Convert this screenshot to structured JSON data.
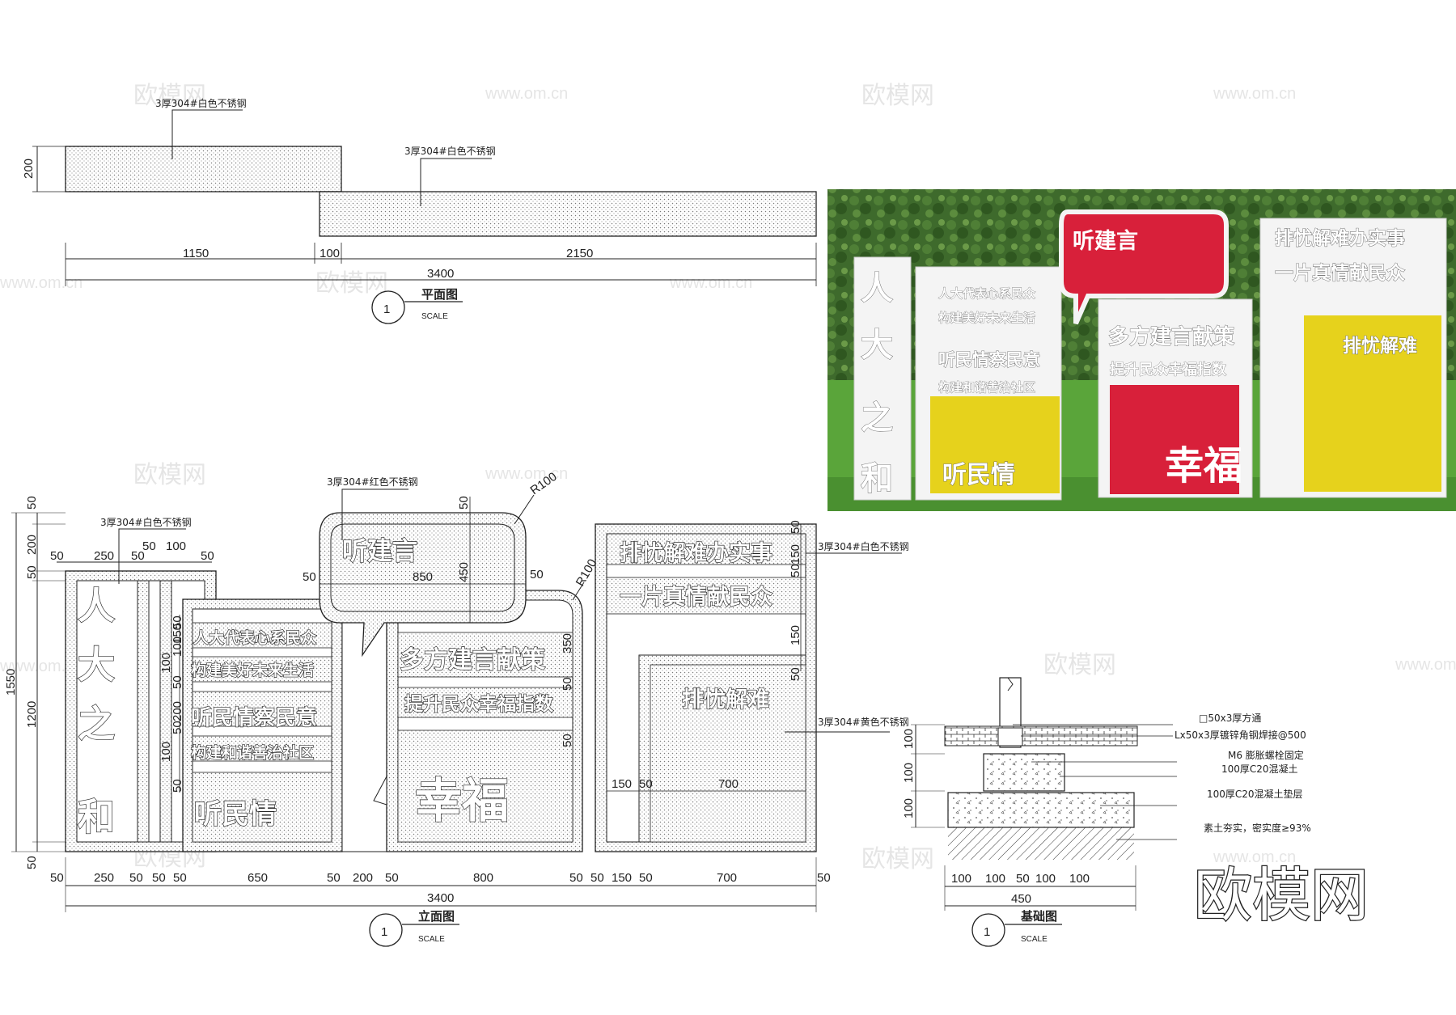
{
  "watermark": {
    "brand_cn": "欧模网",
    "site": "www.om.cn"
  },
  "plan": {
    "note_top": "3厚304#白色不锈钢",
    "note_bottom": "3厚304#白色不锈钢",
    "dim_height": "200",
    "dims": [
      "1150",
      "100",
      "2150"
    ],
    "total": "3400",
    "title_num": "1",
    "title": "平面图",
    "scale": "SCALE"
  },
  "elevation": {
    "notes": {
      "left_white": "3厚304#白色不锈钢",
      "red": "3厚304#红色不锈钢",
      "right_white": "3厚304#白色不锈钢",
      "yellow": "3厚304#黄色不锈钢"
    },
    "radii": [
      "R100",
      "R100"
    ],
    "sign_texts": {
      "vertical": [
        "人",
        "大",
        "之",
        "和"
      ],
      "left_strips": [
        "人大代表心系民众",
        "构建美好未来生活",
        "听民情察民意",
        "构建和谐善治社区",
        "听民情"
      ],
      "bubble": "听建言",
      "center": [
        "多方建言献策",
        "提升民众幸福指数",
        "幸福"
      ],
      "right": [
        "排忧解难办实事",
        "一片真情献民众",
        "排忧解难"
      ]
    },
    "left_dims": [
      "50",
      "200",
      "50",
      "1200",
      "50"
    ],
    "left_total": "1550",
    "top_dims": [
      "50",
      "250",
      "50",
      "50",
      "100",
      "50"
    ],
    "col_dims": [
      "50",
      "100",
      "150",
      "50",
      "100",
      "200",
      "50",
      "100",
      "50"
    ],
    "bubble_dims": [
      "50",
      "850",
      "50",
      "50",
      "450"
    ],
    "center_dims": [
      "350",
      "50",
      "50"
    ],
    "right_dims": [
      "50",
      "150",
      "50",
      "150",
      "50",
      "150",
      "50",
      "700"
    ],
    "bottom_dims": [
      "50",
      "250",
      "50",
      "50",
      "50",
      "650",
      "50",
      "200",
      "50",
      "800",
      "50",
      "50",
      "150",
      "50",
      "700",
      "50"
    ],
    "total": "3400",
    "title_num": "1",
    "title": "立面图",
    "scale": "SCALE"
  },
  "photo": {
    "texts": [
      "听建言",
      "排忧解难办实事",
      "一片真情献民众",
      "人大代表心系民众",
      "构建美好未来生活",
      "多方建言献策",
      "听民情察民意",
      "提升民众幸福指数",
      "构建和谐善治社区",
      "排忧解难",
      "听民情",
      "幸福",
      "人",
      "大",
      "之",
      "和"
    ],
    "colors": {
      "red": "#d8203a",
      "yellow": "#e6d21c",
      "sky": "#cfe6ef",
      "tree": "#3e6a2c",
      "grass": "#5aa53a"
    }
  },
  "foundation": {
    "labels": [
      "□50x3厚方通",
      "Lx50x3厚镀锌角钢焊接@500",
      "M6 膨胀螺栓固定",
      "100厚C20混凝土",
      "100厚C20混凝土垫层",
      "素土夯实，密实度≥93%"
    ],
    "left_dims": [
      "100",
      "100",
      "100"
    ],
    "bottom_dims": [
      "100",
      "100",
      "50",
      "100",
      "100"
    ],
    "total": "450",
    "title_num": "1",
    "title": "基础图",
    "scale": "SCALE"
  },
  "brand_logo": "欧模网"
}
